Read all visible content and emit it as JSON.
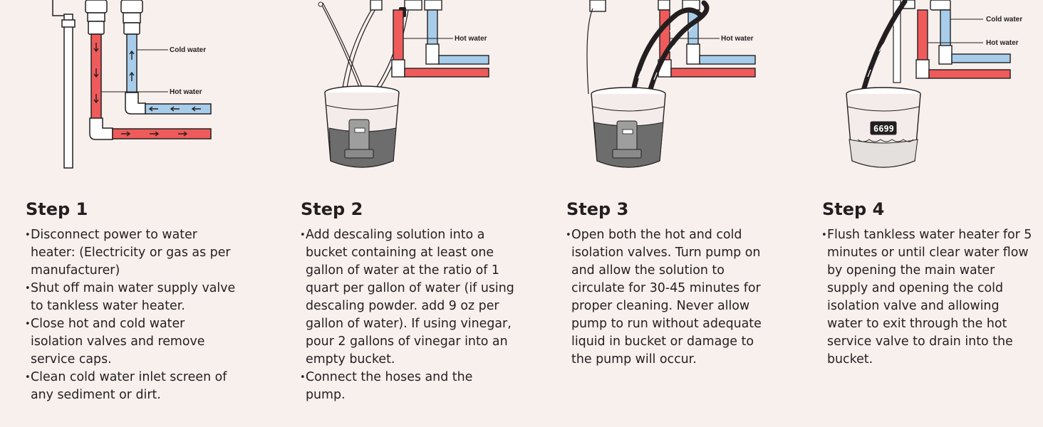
{
  "colors": {
    "background": "#f7f0ed",
    "hot_pipe": "#ef5b5b",
    "cold_pipe": "#a7cdea",
    "pipe_outline": "#231f20"
  },
  "steps": [
    {
      "title": "Step 1",
      "labels": {
        "cold": "Cold water",
        "hot": "Hot water"
      },
      "bullets": [
        "Disconnect power to water heater: (Electricity or gas as per manufacturer)",
        "Shut off main water supply valve to tankless water heater.",
        "Close hot and cold water isolation valves and remove service caps.",
        "Clean cold water inlet screen of any sediment or dirt."
      ]
    },
    {
      "title": "Step 2",
      "labels": {
        "hot": "Hot water"
      },
      "bullets": [
        "Add descaling solution into a bucket containing at least one gallon of water at the ratio of 1 quart per gallon of water (if using descaling powder. add 9 oz per gallon of water). If using vinegar, pour 2 gallons of vinegar into an empty bucket.",
        "Connect the hoses and the pump."
      ]
    },
    {
      "title": "Step 3",
      "labels": {
        "hot": "Hot water"
      },
      "bullets": [
        "Open both the hot and cold isolation valves. Turn pump on and allow the solution to circulate for 30-45 minutes for proper cleaning. Never allow pump to run without adequate liquid in bucket or damage to the pump will occur."
      ]
    },
    {
      "title": "Step 4",
      "labels": {
        "cold": "Cold water",
        "hot": "Hot water"
      },
      "bucket_label": "6699",
      "bullets": [
        "Flush tankless water heater for 5 minutes or until clear water flow by opening the main water supply and opening the cold isolation valve and allowing water to exit through the hot service valve to drain into the bucket."
      ]
    }
  ]
}
